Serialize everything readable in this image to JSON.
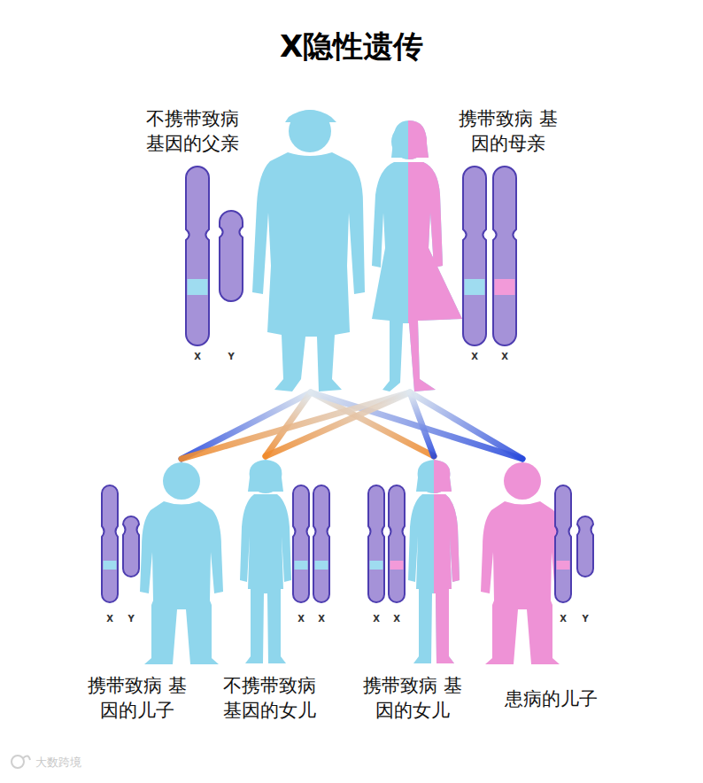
{
  "diagram": {
    "title": "X隐性遗传",
    "nodes": [
      {
        "text": [
          "不携带致病 基因的父亲"
        ]
      },
      {
        "text": [
          "携带致病 基因的母亲"
        ]
      },
      {
        "text": [
          "携带致病 基因的儿子"
        ]
      },
      {
        "text": [
          "不携带致病 基因的女儿"
        ]
      },
      {
        "text": [
          "携带致病 基因的女儿"
        ]
      },
      {
        "text": [
          "患病的儿子"
        ]
      }
    ],
    "edges": [
      {
        "from": 0,
        "to": 2,
        "arrow": "none"
      },
      {
        "from": 0,
        "to": 3,
        "arrow": "none"
      },
      {
        "from": 0,
        "to": 4,
        "arrow": "none"
      },
      {
        "from": 0,
        "to": 5,
        "arrow": "none"
      },
      {
        "from": 1,
        "to": 2,
        "arrow": "none"
      },
      {
        "from": 1,
        "to": 3,
        "arrow": "none"
      },
      {
        "from": 1,
        "to": 4,
        "arrow": "none"
      },
      {
        "from": 1,
        "to": 5,
        "arrow": "none"
      }
    ],
    "labels": [
      "X",
      "Y",
      "X",
      "X",
      "X",
      "Y",
      "X",
      "X",
      "X",
      "X",
      "X",
      "Y",
      "大数跨境"
    ]
  }
}
